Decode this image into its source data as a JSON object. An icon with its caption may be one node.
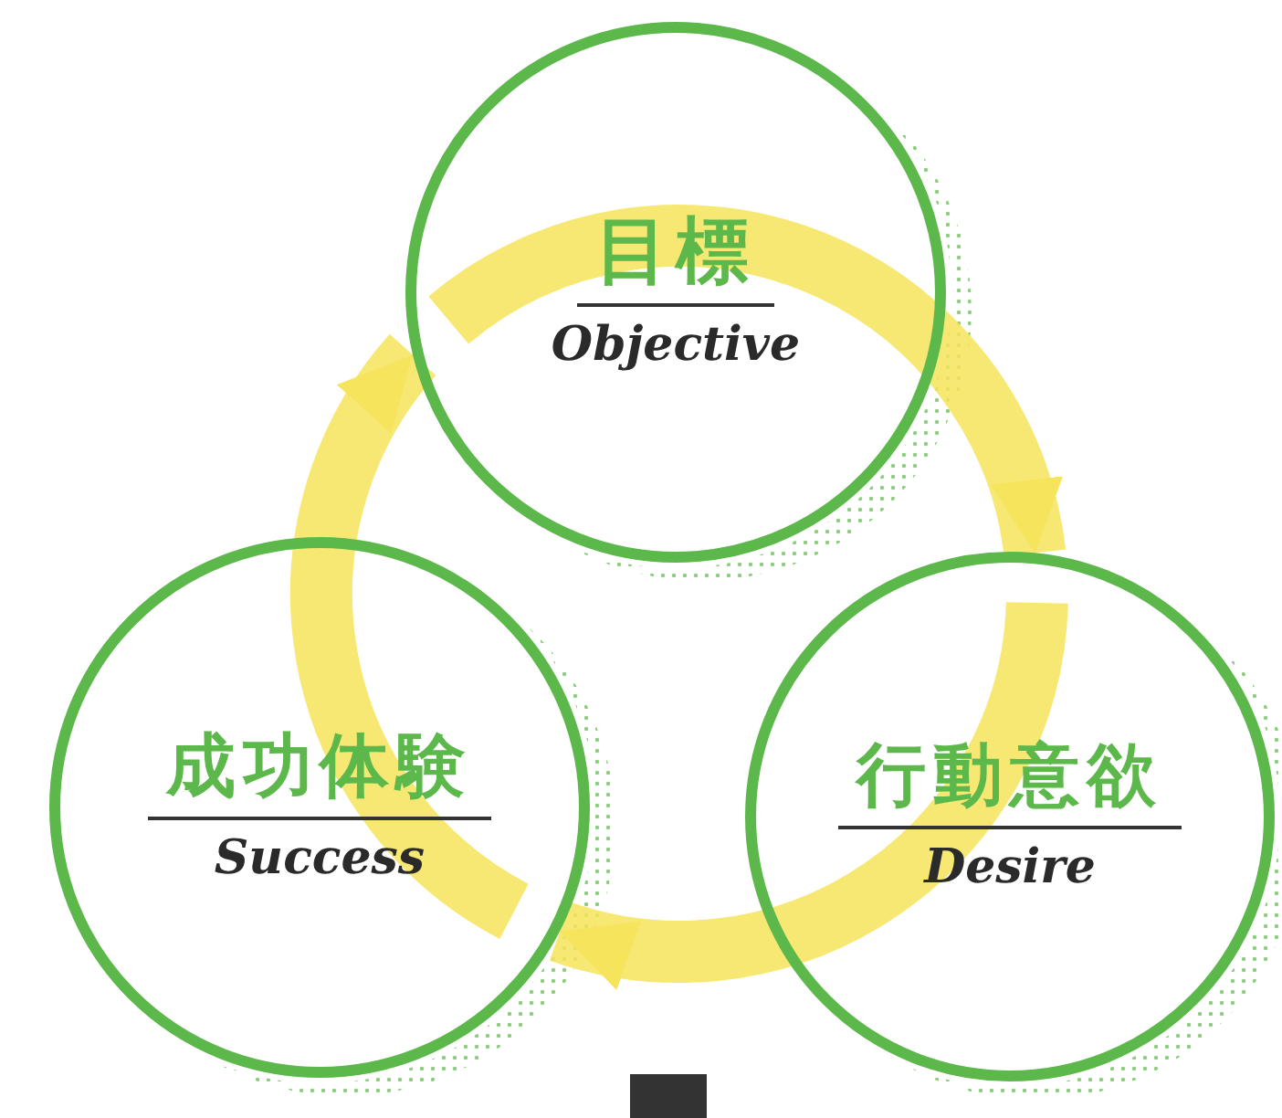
{
  "diagram": {
    "nodes": [
      {
        "text": [
          "目標",
          "Objective"
        ]
      },
      {
        "text": [
          "成功体験",
          "Success"
        ]
      },
      {
        "text": [
          "行動意欲",
          "Desire"
        ]
      }
    ],
    "edges": [
      {
        "from": 0,
        "to": 2,
        "arrow": "to"
      },
      {
        "from": 2,
        "to": 1,
        "arrow": "to"
      },
      {
        "from": 1,
        "to": 0,
        "arrow": "to"
      }
    ]
  }
}
